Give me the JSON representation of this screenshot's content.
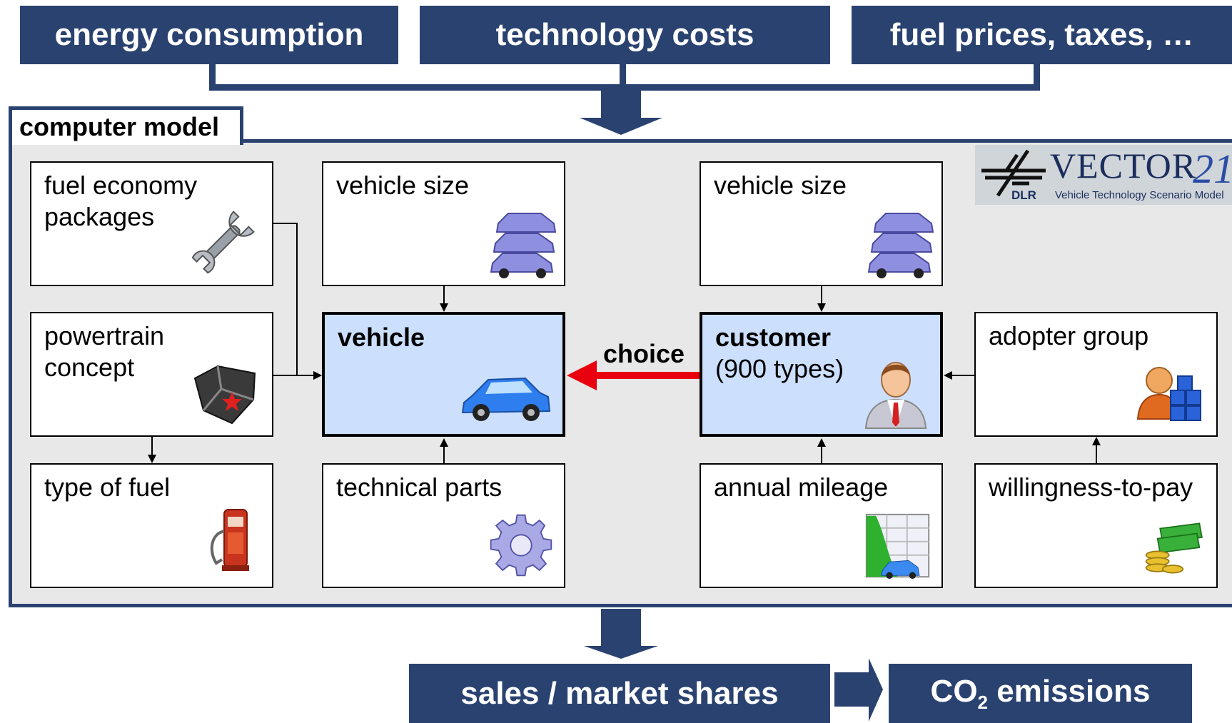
{
  "inputs": {
    "energy": "energy consumption",
    "technology": "technology costs",
    "fuel": "fuel prices, taxes, …"
  },
  "model": {
    "title": "computer model",
    "logo": {
      "title": "VECTOR",
      "number": "21",
      "org": "DLR",
      "subtitle": "Vehicle Technology Scenario Model"
    },
    "boxes": {
      "fuel_economy": {
        "line1": "fuel economy",
        "line2": "packages",
        "icon": "wrench-icon"
      },
      "powertrain": {
        "line1": "powertrain",
        "line2": "concept",
        "icon": "engine-icon"
      },
      "type_of_fuel": {
        "line1": "type of fuel",
        "icon": "fuel-pump-icon"
      },
      "vehicle_size_left": {
        "line1": "vehicle size",
        "icon": "cars-stack-icon"
      },
      "vehicle": {
        "line1": "vehicle",
        "icon": "car-icon"
      },
      "technical_parts": {
        "line1": "technical parts",
        "icon": "gear-icon"
      },
      "vehicle_size_right": {
        "line1": "vehicle size",
        "icon": "cars-stack-icon"
      },
      "customer": {
        "line1": "customer",
        "line2": "(900 types)",
        "icon": "person-icon"
      },
      "annual_mileage": {
        "line1": "annual mileage",
        "icon": "mileage-chart-icon"
      },
      "adopter_group": {
        "line1": "adopter group",
        "icon": "people-group-icon"
      },
      "willingness": {
        "line1": "willingness-to-pay",
        "icon": "money-icon"
      }
    },
    "choice_label": "choice"
  },
  "outputs": {
    "sales": "sales / market shares",
    "co2_prefix": "CO",
    "co2_sub": "2",
    "co2_suffix": " emissions"
  },
  "colors": {
    "navy": "#2a4270",
    "highlight": "#cce0fe",
    "panel": "#e8e8e8",
    "choice_arrow": "#e8000e"
  }
}
